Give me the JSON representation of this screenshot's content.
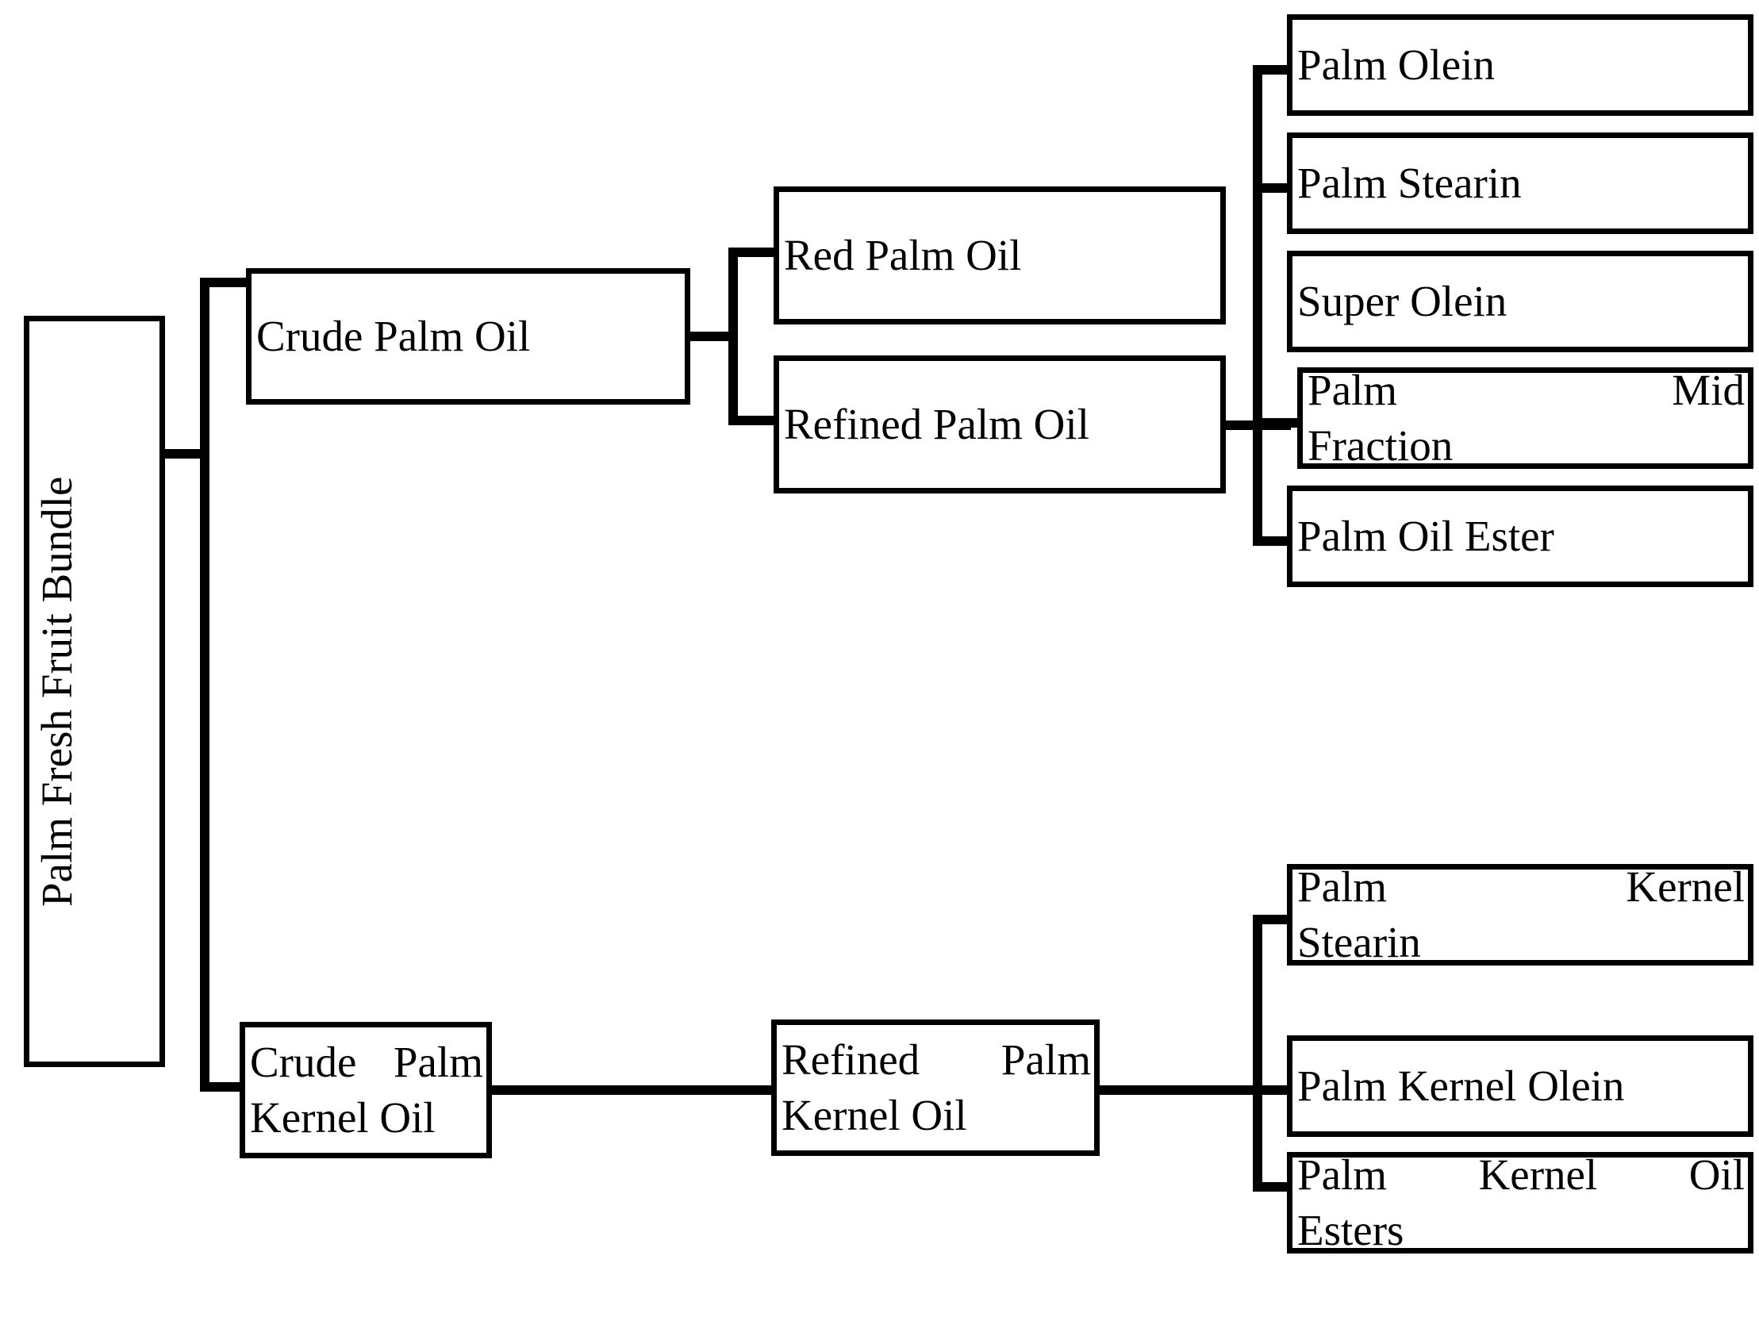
{
  "diagram": {
    "title": "Palm Fresh Fruit Bundle product tree",
    "line_color": "#000000",
    "box_border_color": "#000000",
    "background_color": "#ffffff"
  },
  "nodes": {
    "root": {
      "label": "Palm Fresh Fruit Bundle"
    },
    "crude_palm_oil": {
      "label": "Crude Palm Oil"
    },
    "red_palm_oil": {
      "label": "Red Palm Oil"
    },
    "refined_palm_oil": {
      "label": "Refined Palm Oil"
    },
    "palm_olein": {
      "label": "Palm Olein"
    },
    "palm_stearin": {
      "label": "Palm Stearin"
    },
    "super_olein": {
      "label": "Super Olein"
    },
    "palm_mid_fraction": {
      "line1": "Palm                       Mid",
      "line2": "Fraction"
    },
    "palm_oil_ester": {
      "label": "Palm Oil Ester"
    },
    "crude_palm_kernel_oil": {
      "line1": "Crude                 Palm",
      "line2": "Kernel Oil"
    },
    "refined_palm_kernel_oil": {
      "line1": "Refined                Palm",
      "line2": "Kernel Oil"
    },
    "palm_kernel_stearin": {
      "line1": "Palm                  Kernel",
      "line2": "Stearin"
    },
    "palm_kernel_olein": {
      "label": "Palm Kernel Olein"
    },
    "palm_kernel_oil_esters": {
      "line1": "Palm      Kernel      Oil",
      "line2": "Esters"
    }
  },
  "chart_data": {
    "type": "tree",
    "title": "Palm Fresh Fruit Bundle product tree",
    "root": "Palm Fresh Fruit Bundle",
    "edges": [
      [
        "Palm Fresh Fruit Bundle",
        "Crude Palm Oil"
      ],
      [
        "Palm Fresh Fruit Bundle",
        "Crude Palm Kernel Oil"
      ],
      [
        "Crude Palm Oil",
        "Red Palm Oil"
      ],
      [
        "Crude Palm Oil",
        "Refined Palm Oil"
      ],
      [
        "Refined Palm Oil",
        "Palm Olein"
      ],
      [
        "Refined Palm Oil",
        "Palm Stearin"
      ],
      [
        "Refined Palm Oil",
        "Super Olein"
      ],
      [
        "Refined Palm Oil",
        "Palm Mid Fraction"
      ],
      [
        "Refined Palm Oil",
        "Palm Oil Ester"
      ],
      [
        "Crude Palm Kernel Oil",
        "Refined Palm Kernel Oil"
      ],
      [
        "Refined Palm Kernel Oil",
        "Palm Kernel Stearin"
      ],
      [
        "Refined Palm Kernel Oil",
        "Palm Kernel Olein"
      ],
      [
        "Refined Palm Kernel Oil",
        "Palm Kernel Oil Esters"
      ]
    ]
  }
}
